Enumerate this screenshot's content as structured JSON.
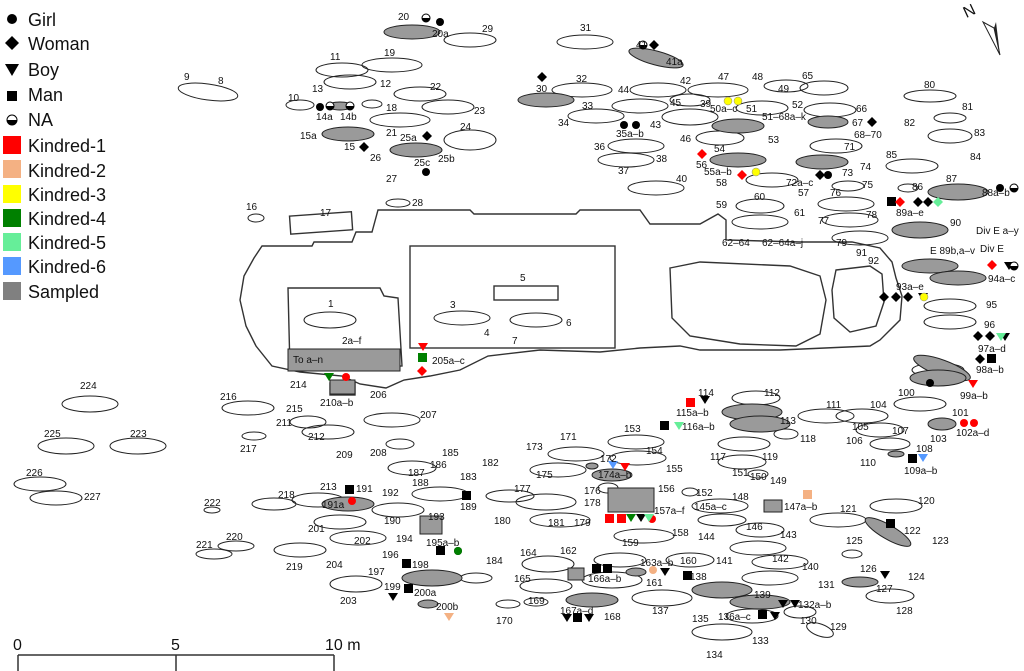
{
  "legend": {
    "items": [
      {
        "label": "Girl",
        "symbol": "circle"
      },
      {
        "label": "Woman",
        "symbol": "diamond"
      },
      {
        "label": "Boy",
        "symbol": "triangle-down"
      },
      {
        "label": "Man",
        "symbol": "square"
      },
      {
        "label": "NA",
        "symbol": "half-circle"
      },
      {
        "label": "Kindred-1",
        "color": "#ff0000"
      },
      {
        "label": "Kindred-2",
        "color": "#f4b183"
      },
      {
        "label": "Kindred-3",
        "color": "#ffff00"
      },
      {
        "label": "Kindred-4",
        "color": "#008000"
      },
      {
        "label": "Kindred-5",
        "color": "#66ee99"
      },
      {
        "label": "Kindred-6",
        "color": "#5599ff"
      },
      {
        "label": "Sampled",
        "color": "#808080"
      }
    ]
  },
  "scale_bar": {
    "labels": [
      "0",
      "5",
      "10 m"
    ]
  },
  "north_arrow": {
    "label": "N"
  },
  "feature_labels": [
    "1",
    "2a–f",
    "3",
    "4",
    "5",
    "6",
    "7",
    "To a–n",
    "205a–c",
    "8",
    "9",
    "10",
    "11",
    "12",
    "13",
    "14a",
    "14b",
    "15",
    "15a",
    "16",
    "17",
    "18",
    "19",
    "20",
    "20a",
    "21",
    "22",
    "23",
    "24",
    "25a",
    "25b",
    "25c",
    "26",
    "27",
    "28",
    "29",
    "30",
    "31",
    "32",
    "33",
    "34",
    "35a–b",
    "36",
    "37",
    "38",
    "39",
    "40",
    "41",
    "41a",
    "42",
    "43",
    "44",
    "45",
    "46",
    "47",
    "48",
    "49",
    "50a–c",
    "51",
    "51–68a–k",
    "52",
    "53",
    "54",
    "55a–b",
    "56",
    "57",
    "58",
    "59",
    "60",
    "61",
    "62–64",
    "62–64a–j",
    "65",
    "66",
    "67",
    "68–70",
    "71",
    "72a–c",
    "73",
    "74",
    "75",
    "76",
    "77",
    "78",
    "79",
    "80",
    "81",
    "82",
    "83",
    "84",
    "85",
    "86",
    "87",
    "88a–b",
    "89a–e",
    "90",
    "Div E a–y",
    "Div E",
    "E 89b,a–v",
    "91",
    "92",
    "93a–e",
    "94a–c",
    "95",
    "96",
    "97a–d",
    "98a–b",
    "99a–b",
    "100",
    "101",
    "102a–d",
    "103",
    "104",
    "105",
    "106",
    "107",
    "108",
    "109a–b",
    "110",
    "111",
    "112",
    "113",
    "114",
    "115a–b",
    "116a–b",
    "117",
    "118",
    "119",
    "120",
    "121",
    "122",
    "123",
    "124",
    "125",
    "126",
    "127",
    "128",
    "129",
    "130",
    "131",
    "132a–b",
    "133",
    "134",
    "135",
    "136a–c",
    "137",
    "138",
    "139",
    "140",
    "141",
    "142",
    "143",
    "144",
    "145a–c",
    "146",
    "147a–b",
    "148",
    "149",
    "150",
    "151",
    "152",
    "153",
    "154",
    "155",
    "156",
    "157a–f",
    "158",
    "159",
    "160",
    "161",
    "162",
    "163a–b",
    "164",
    "165",
    "166a–b",
    "167a–d",
    "168",
    "169",
    "170",
    "171",
    "172",
    "173",
    "174a–b",
    "175",
    "176",
    "177",
    "178",
    "179",
    "180",
    "181",
    "182",
    "183",
    "184",
    "185",
    "186",
    "187",
    "188",
    "189",
    "190",
    "191",
    "191a",
    "192",
    "193",
    "194",
    "195a–b",
    "196",
    "197",
    "198",
    "199",
    "200a",
    "200b",
    "201",
    "202",
    "203",
    "204",
    "206",
    "207",
    "208",
    "209",
    "210a–b",
    "211",
    "212",
    "213",
    "214",
    "215",
    "216",
    "217",
    "218",
    "219",
    "220",
    "221",
    "222",
    "223",
    "224",
    "225",
    "226",
    "227"
  ]
}
